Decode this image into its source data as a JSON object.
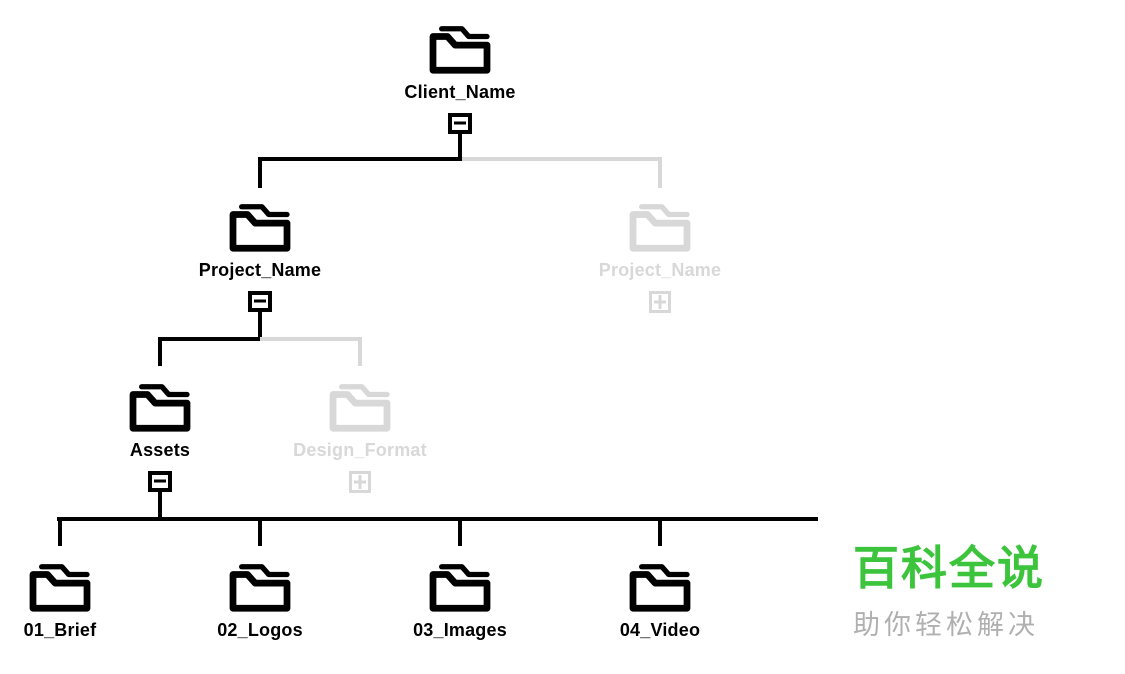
{
  "colors": {
    "background": "#ffffff",
    "active": "#000000",
    "dimmed": "#d8d8d8",
    "watermark_title": "#3dc43d",
    "watermark_subtitle": "#b0b0b0"
  },
  "icons": {
    "folder": "folder-icon",
    "collapse": "minus-box-icon",
    "expand": "plus-box-icon"
  },
  "tree": {
    "root": {
      "label": "Client_Name",
      "state": "expanded",
      "toggle": "minus",
      "children": [
        {
          "label": "Project_Name",
          "state": "expanded",
          "toggle": "minus",
          "children": [
            {
              "label": "Assets",
              "state": "expanded",
              "toggle": "minus",
              "children": [
                {
                  "label": "01_Brief"
                },
                {
                  "label": "02_Logos"
                },
                {
                  "label": "03_Images"
                },
                {
                  "label": "04_Video"
                }
              ]
            },
            {
              "label": "Design_Format",
              "state": "collapsed",
              "toggle": "plus",
              "dimmed": true
            }
          ]
        },
        {
          "label": "Project_Name",
          "state": "collapsed",
          "toggle": "plus",
          "dimmed": true
        }
      ]
    }
  },
  "watermark": {
    "title": "百科全说",
    "subtitle": "助你轻松解决"
  }
}
